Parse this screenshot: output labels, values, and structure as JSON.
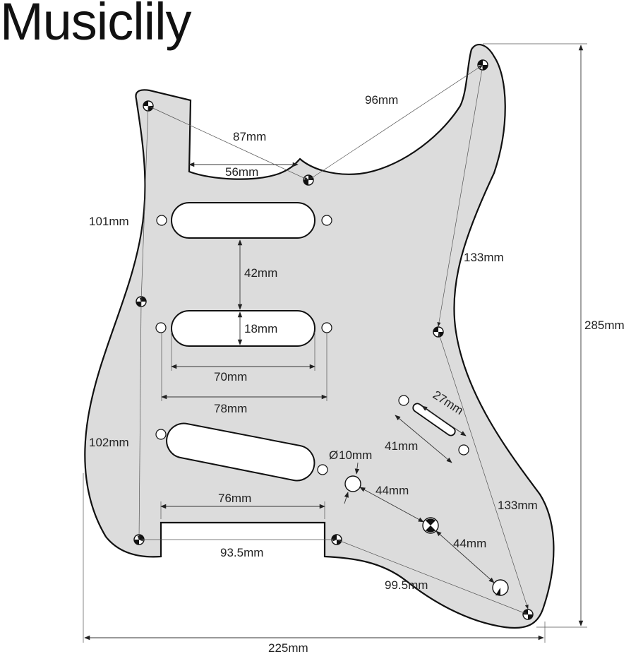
{
  "brand": "Musiclily",
  "colors": {
    "pickguard_fill": "#dcdcdc",
    "outline": "#111111",
    "dimension_line": "#333333"
  },
  "dimensions": {
    "d87": "87mm",
    "d96": "96mm",
    "d56": "56mm",
    "d101": "101mm",
    "d42": "42mm",
    "d18": "18mm",
    "d70": "70mm",
    "d78": "78mm",
    "d133a": "133mm",
    "d285": "285mm",
    "d27": "27mm",
    "d41": "41mm",
    "d10": "10mm",
    "d10_symbol": "Ø",
    "d102": "102mm",
    "d76": "76mm",
    "d44a": "44mm",
    "d44b": "44mm",
    "d133b": "133mm",
    "d93_5": "93.5mm",
    "d99_5": "99.5mm",
    "d225": "225mm"
  }
}
